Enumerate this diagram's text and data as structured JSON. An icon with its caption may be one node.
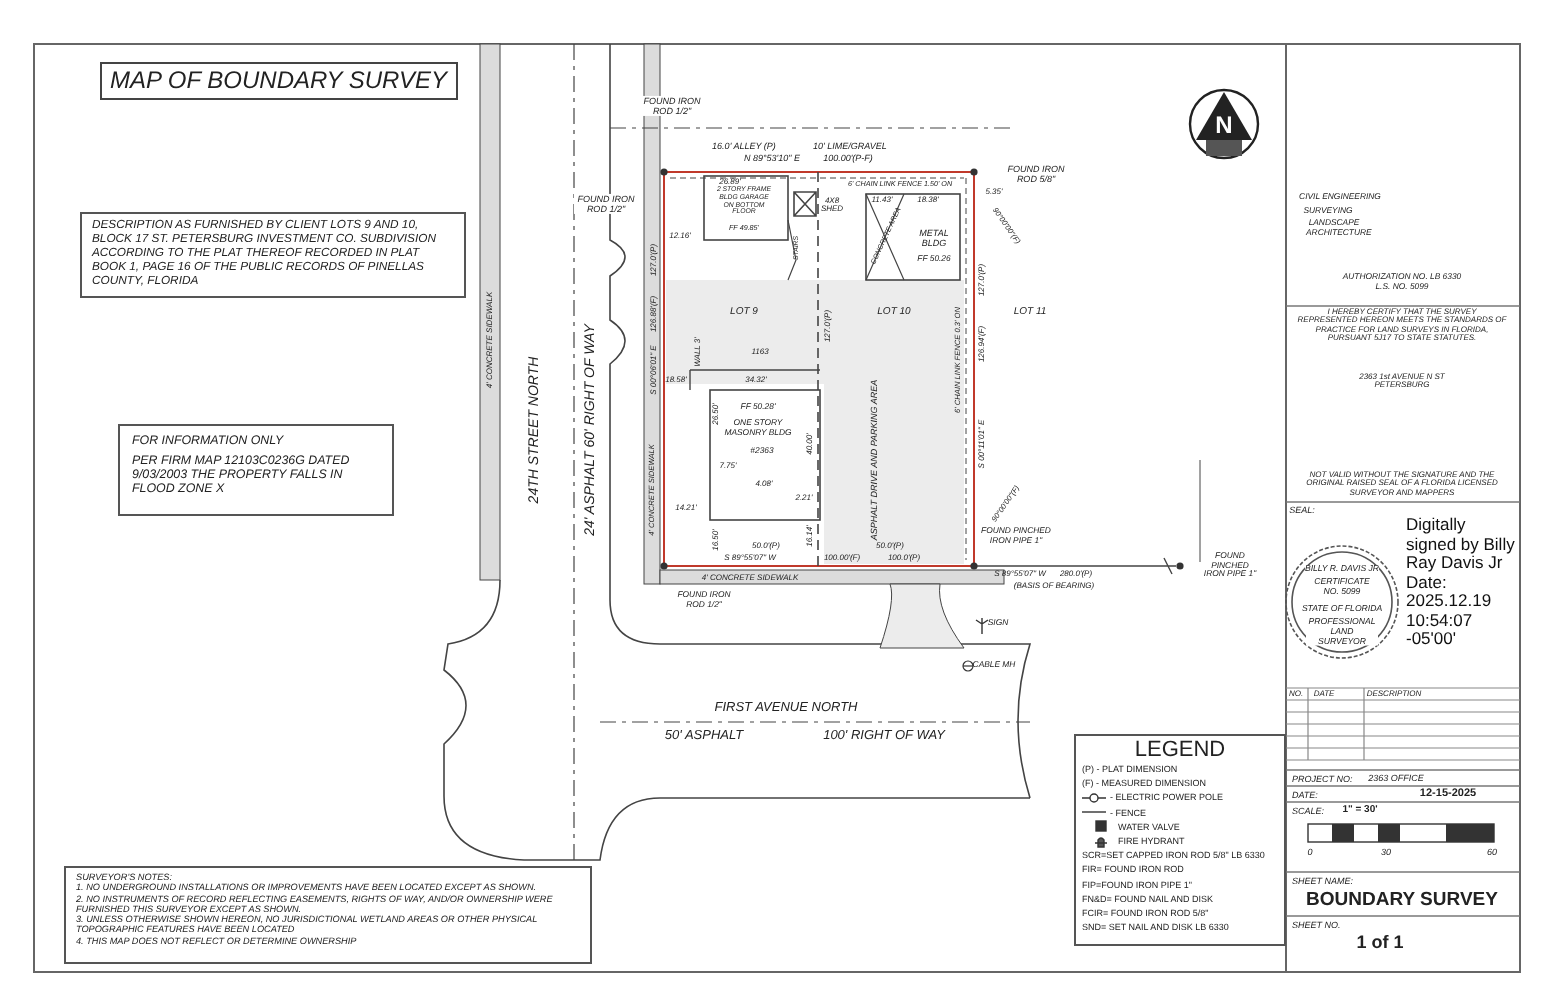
{
  "diagram": {
    "title": "MAP OF BOUNDARY SURVEY",
    "labels": [
      "DESCRIPTION AS FURNISHED BY CLIENT LOTS 9 AND 10, BLOCK 17 ST. PETERSBURG INVESTMENT CO. SUBDIVISION ACCORDING TO THE PLAT THEREOF RECORDED IN PLAT BOOK 1, PAGE 16 OF THE PUBLIC RECORDS OF PINELLAS COUNTY, FLORIDA",
      "FOR INFORMATION ONLY",
      "PER FIRM MAP 12103C0236G DATED 9/03/2003 THE PROPERTY FALLS IN FLOOD ZONE X",
      "SURVEYOR'S NOTES:",
      "1. NO UNDERGROUND INSTALLATIONS OR IMPROVEMENTS HAVE BEEN LOCATED EXCEPT AS SHOWN.",
      "2. NO INSTRUMENTS OF RECORD REFLECTING EASEMENTS, RIGHTS OF WAY, AND/OR OWNERSHIP WERE FURNISHED THIS SURVEYOR EXCEPT AS SHOWN.",
      "3. UNLESS OTHERWISE SHOWN HEREON, NO JURISDICTIONAL WETLAND AREAS OR OTHER PHYSICAL TOPOGRAPHIC FEATURES HAVE BEEN LOCATED",
      "4. THIS MAP DOES NOT REFLECT OR DETERMINE OWNERSHIP",
      "FOUND IRON ROD 1/2\"",
      "16.0' ALLEY (P)",
      "10' LIME/GRAVEL",
      "N 89°53'10\" E",
      "100.00'(P-F)",
      "FOUND IRON ROD 5/8\"",
      "FOUND IRON ROD 1/2\"",
      "26.89'",
      "2 STORY FRAME BLDG GARAGE ON BOTTOM FLOOR",
      "FF 49.85'",
      "12.16'",
      "4X8 SHED",
      "STAIRS",
      "6' CHAIN LINK FENCE 1.50' ON",
      "5.35'",
      "11.43'",
      "18.38'",
      "METAL BLDG",
      "FF 50.26",
      "CONCRETE AREA",
      "LOT 9",
      "LOT 10",
      "LOT 11",
      "6' CHAIN LINK FENCE 0.3' ON",
      "127.0'(P)",
      "126.94'(F)",
      "S 00°11'01\" E",
      "127.0'(P)",
      "S 00°06'01\" E",
      "126.88'(F)",
      "127.0'(P)",
      "WALL 3'",
      "1163",
      "18.58'",
      "34.32'",
      "FF 50.28'",
      "ONE STORY MASONRY BLDG",
      "#2363",
      "26.50'",
      "40.00'",
      "7.75'",
      "4.08'",
      "2.21'",
      "14.21'",
      "16.50'",
      "16.14'",
      "50.0'(P)",
      "50.0'(P)",
      "S 89°55'07\" W",
      "100.00'(F)",
      "100.0'(P)",
      "ASPHALT DRIVE AND PARKING AREA",
      "90°00'00\"(F)",
      "90°00'00\"(F)",
      "FOUND PINCHED IRON PIPE 1\"",
      "S 89°55'07\" W",
      "280.0'(P)",
      "(BASIS OF BEARING)",
      "FOUND PINCHED IRON PIPE 1\"",
      "4' CONCRETE SIDEWALK",
      "FOUND IRON ROD 1/2\"",
      "SIGN",
      "CABLE MH",
      "FIRST AVENUE NORTH",
      "50' ASPHALT",
      "100' RIGHT OF WAY",
      "24TH STREET NORTH",
      "24' ASPHALT 60' RIGHT OF WAY",
      "4' CONCRETE SIDEWALK",
      "4' CONCRETE SIDEWALK",
      "N",
      "CIVIL ENGINEERING",
      "SURVEYING",
      "LANDSCAPE ARCHITECTURE",
      "AUTHORIZATION NO. LB 6330 L.S. NO. 5099",
      "I HEREBY CERTIFY THAT THE SURVEY REPRESENTED HEREON MEETS THE STANDARDS OF PRACTICE FOR LAND SURVEYS IN FLORIDA, PURSUANT 5J17 TO STATE STATUTES.",
      "2363 1st AVENUE N ST PETERSBURG",
      "NOT VALID WITHOUT THE SIGNATURE AND THE ORIGINAL RAISED SEAL OF A FLORIDA LICENSED SURVEYOR AND MAPPERS",
      "SEAL:",
      "BILLY R. DAVIS JR",
      "CERTIFICATE NO. 5099",
      "STATE OF FLORIDA",
      "PROFESSIONAL LAND SURVEYOR",
      "Digitally signed by Billy Ray Davis Jr Date: 2025.12.19 10:54:07 -05'00'",
      "NO.",
      "DATE",
      "DESCRIPTION",
      "PROJECT NO:",
      "2363 OFFICE",
      "DATE:",
      "12-15-2025",
      "SCALE:",
      "1\" = 30'",
      "0",
      "30",
      "60",
      "SHEET NAME:",
      "BOUNDARY SURVEY",
      "SHEET NO.",
      "1 of 1",
      "LEGEND"
    ],
    "legend": [
      {
        "text": "(P) - PLAT DIMENSION"
      },
      {
        "text": "(F) - MEASURED DIMENSION"
      },
      {
        "text": "- ELECTRIC POWER POLE"
      },
      {
        "text": "- FENCE"
      },
      {
        "text": "WATER VALVE"
      },
      {
        "text": "FIRE HYDRANT"
      },
      {
        "text": "SCR=SET CAPPED IRON ROD 5/8\" LB 6330"
      },
      {
        "text": "FIR= FOUND IRON ROD"
      },
      {
        "text": "FIP=FOUND IRON PIPE 1\""
      },
      {
        "text": "FN&D= FOUND NAIL AND DISK"
      },
      {
        "text": "FCIR= FOUND IRON ROD 5/8\""
      },
      {
        "text": "SND= SET NAIL AND DISK LB 6330"
      }
    ]
  }
}
